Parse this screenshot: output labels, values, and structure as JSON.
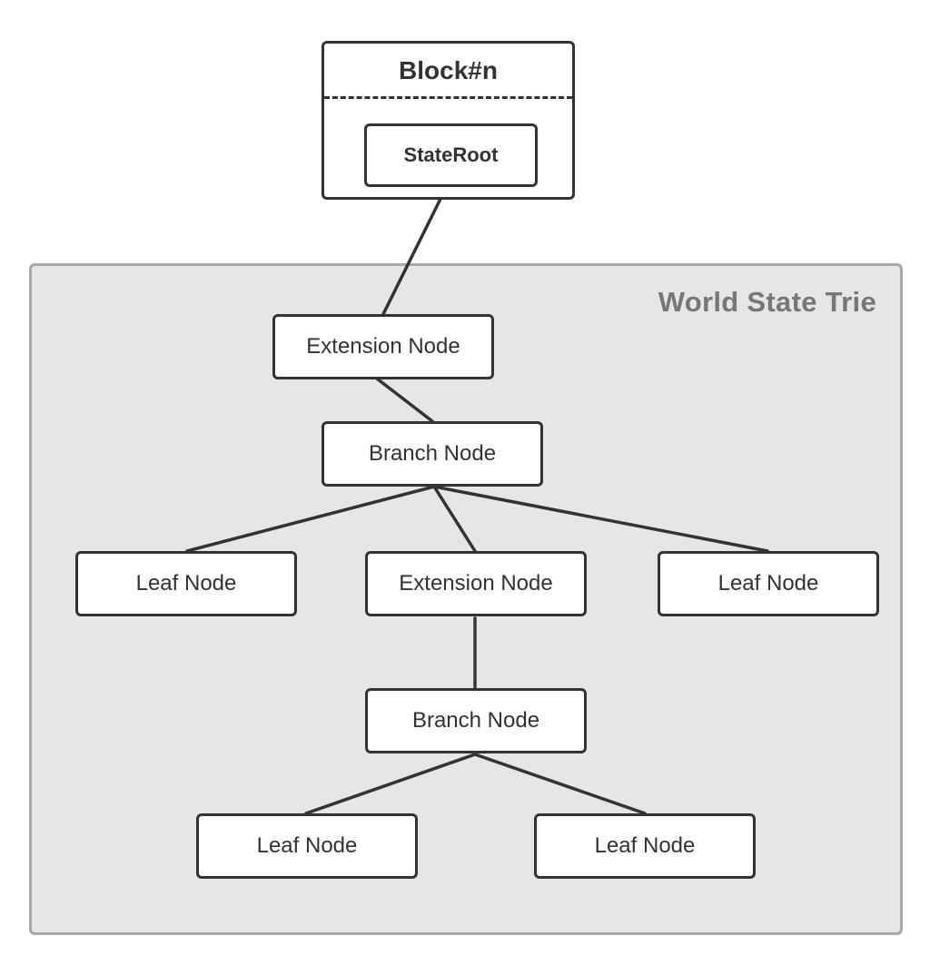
{
  "block": {
    "title": "Block#n",
    "state_root": "StateRoot"
  },
  "trie": {
    "title": "World State Trie",
    "nodes": {
      "extension_1": "Extension Node",
      "branch_1": "Branch Node",
      "leaf_1": "Leaf Node",
      "extension_2": "Extension Node",
      "leaf_2": "Leaf Node",
      "branch_2": "Branch Node",
      "leaf_3": "Leaf Node",
      "leaf_4": "Leaf Node"
    }
  },
  "colors": {
    "trie_background": "#e6e6e6",
    "trie_border": "#a9a9a9",
    "node_border": "#333333",
    "trie_title": "#777777"
  }
}
